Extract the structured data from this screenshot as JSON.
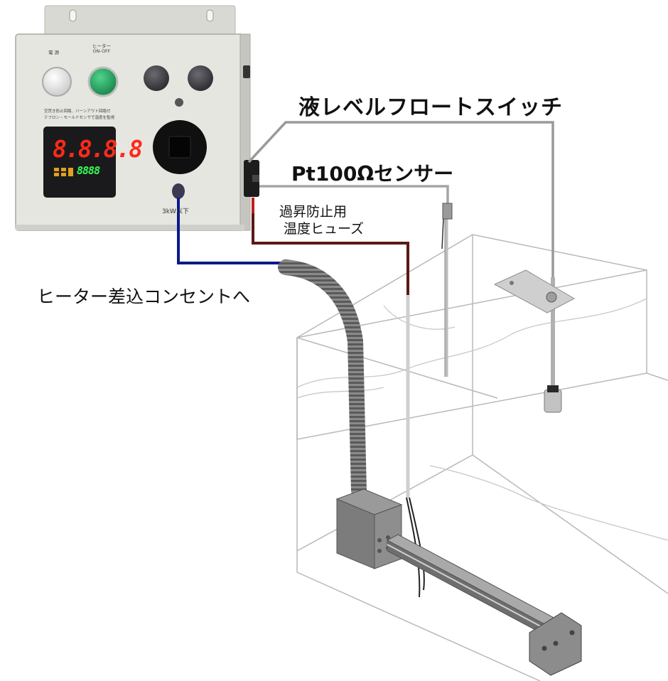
{
  "labels": {
    "float_switch": "液レベルフロートスイッチ",
    "pt_sensor": "Pt100Ωセンサー",
    "fuse_line1": "過昇防止用",
    "fuse_line2": "温度ヒューズ",
    "outlet": "ヒーター差込コンセントへ"
  },
  "panel": {
    "power_label": "電 源",
    "heater_label_1": "ヒーター",
    "heater_label_2": "ON-OFF",
    "note_line1": "空焚き防止回路、バーンアウト回路付",
    "note_line2": "テフロン・モールドセンサで温度を監視",
    "red_display": "8.8.8.8",
    "green_display": "8888",
    "power_rating": "3kW以下"
  },
  "colors": {
    "sensor_cable": "#999999",
    "fuse_cable": "#5a1a14",
    "outlet_cable": "#0a1a8a",
    "button_white": "#f2f2f2",
    "button_green": "#2cb36a",
    "display_red": "#ff2a1a",
    "display_green": "#33ff55"
  }
}
